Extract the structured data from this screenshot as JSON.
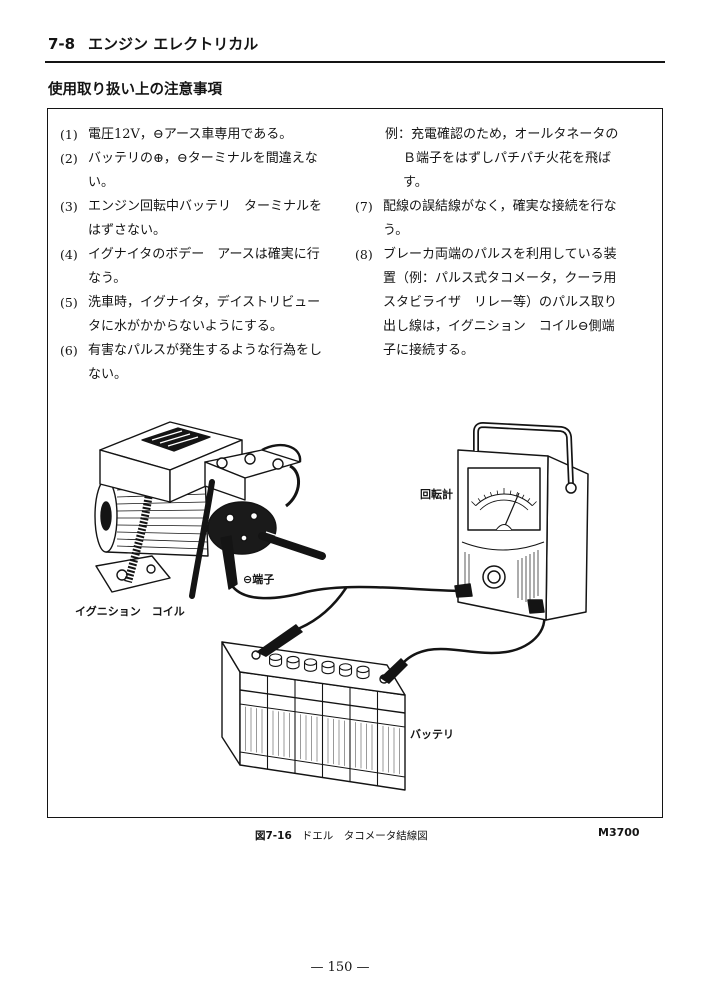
{
  "header": {
    "section_number": "7-8",
    "title": "エンジン エレクトリカル"
  },
  "heading": "使用取り扱い上の注意事項",
  "notes": {
    "left": [
      {
        "num": "(1)",
        "lines": [
          "電圧12V，⊖アース車専用である。"
        ]
      },
      {
        "num": "(2)",
        "lines": [
          "バッテリの⊕，⊖ターミナルを間違えな",
          "い。"
        ]
      },
      {
        "num": "(3)",
        "lines": [
          "エンジン回転中バッテリ　ターミナルを",
          "はずさない。"
        ]
      },
      {
        "num": "(4)",
        "lines": [
          "イグナイタのボデー　アースは確実に行",
          "なう。"
        ]
      },
      {
        "num": "(5)",
        "lines": [
          "洗車時，イグナイタ，デイストリビュー",
          "タに水がかからないようにする。"
        ]
      },
      {
        "num": "(6)",
        "lines": [
          "有害なパルスが発生するような行為をし",
          "ない。"
        ]
      }
    ],
    "example": {
      "label": "例：",
      "lines": [
        "充電確認のため，オールタネータの",
        "Ｂ端子をはずしパチパチ火花を飛ば",
        "す。"
      ]
    },
    "right": [
      {
        "num": "(7)",
        "lines": [
          "配線の誤結線がなく，確実な接続を行な",
          "う。"
        ]
      },
      {
        "num": "(8)",
        "lines": [
          "ブレーカ両端のパルスを利用している装",
          "置（例：パルス式タコメータ，クーラ用",
          "スタビライザ　リレー等）のパルス取り",
          "出し線は，イグニション　コイル⊖側端",
          "子に接続する。"
        ]
      }
    ]
  },
  "figure": {
    "labels": {
      "tachometer": "回転計",
      "negative_terminal": "⊖端子",
      "ignition_coil": "イグニション　コイル",
      "battery": "バッテリ"
    },
    "caption_number": "図7-16",
    "caption_text": "ドエル　タコメータ結線図",
    "code": "M3700"
  },
  "page_number": "— 150 —"
}
